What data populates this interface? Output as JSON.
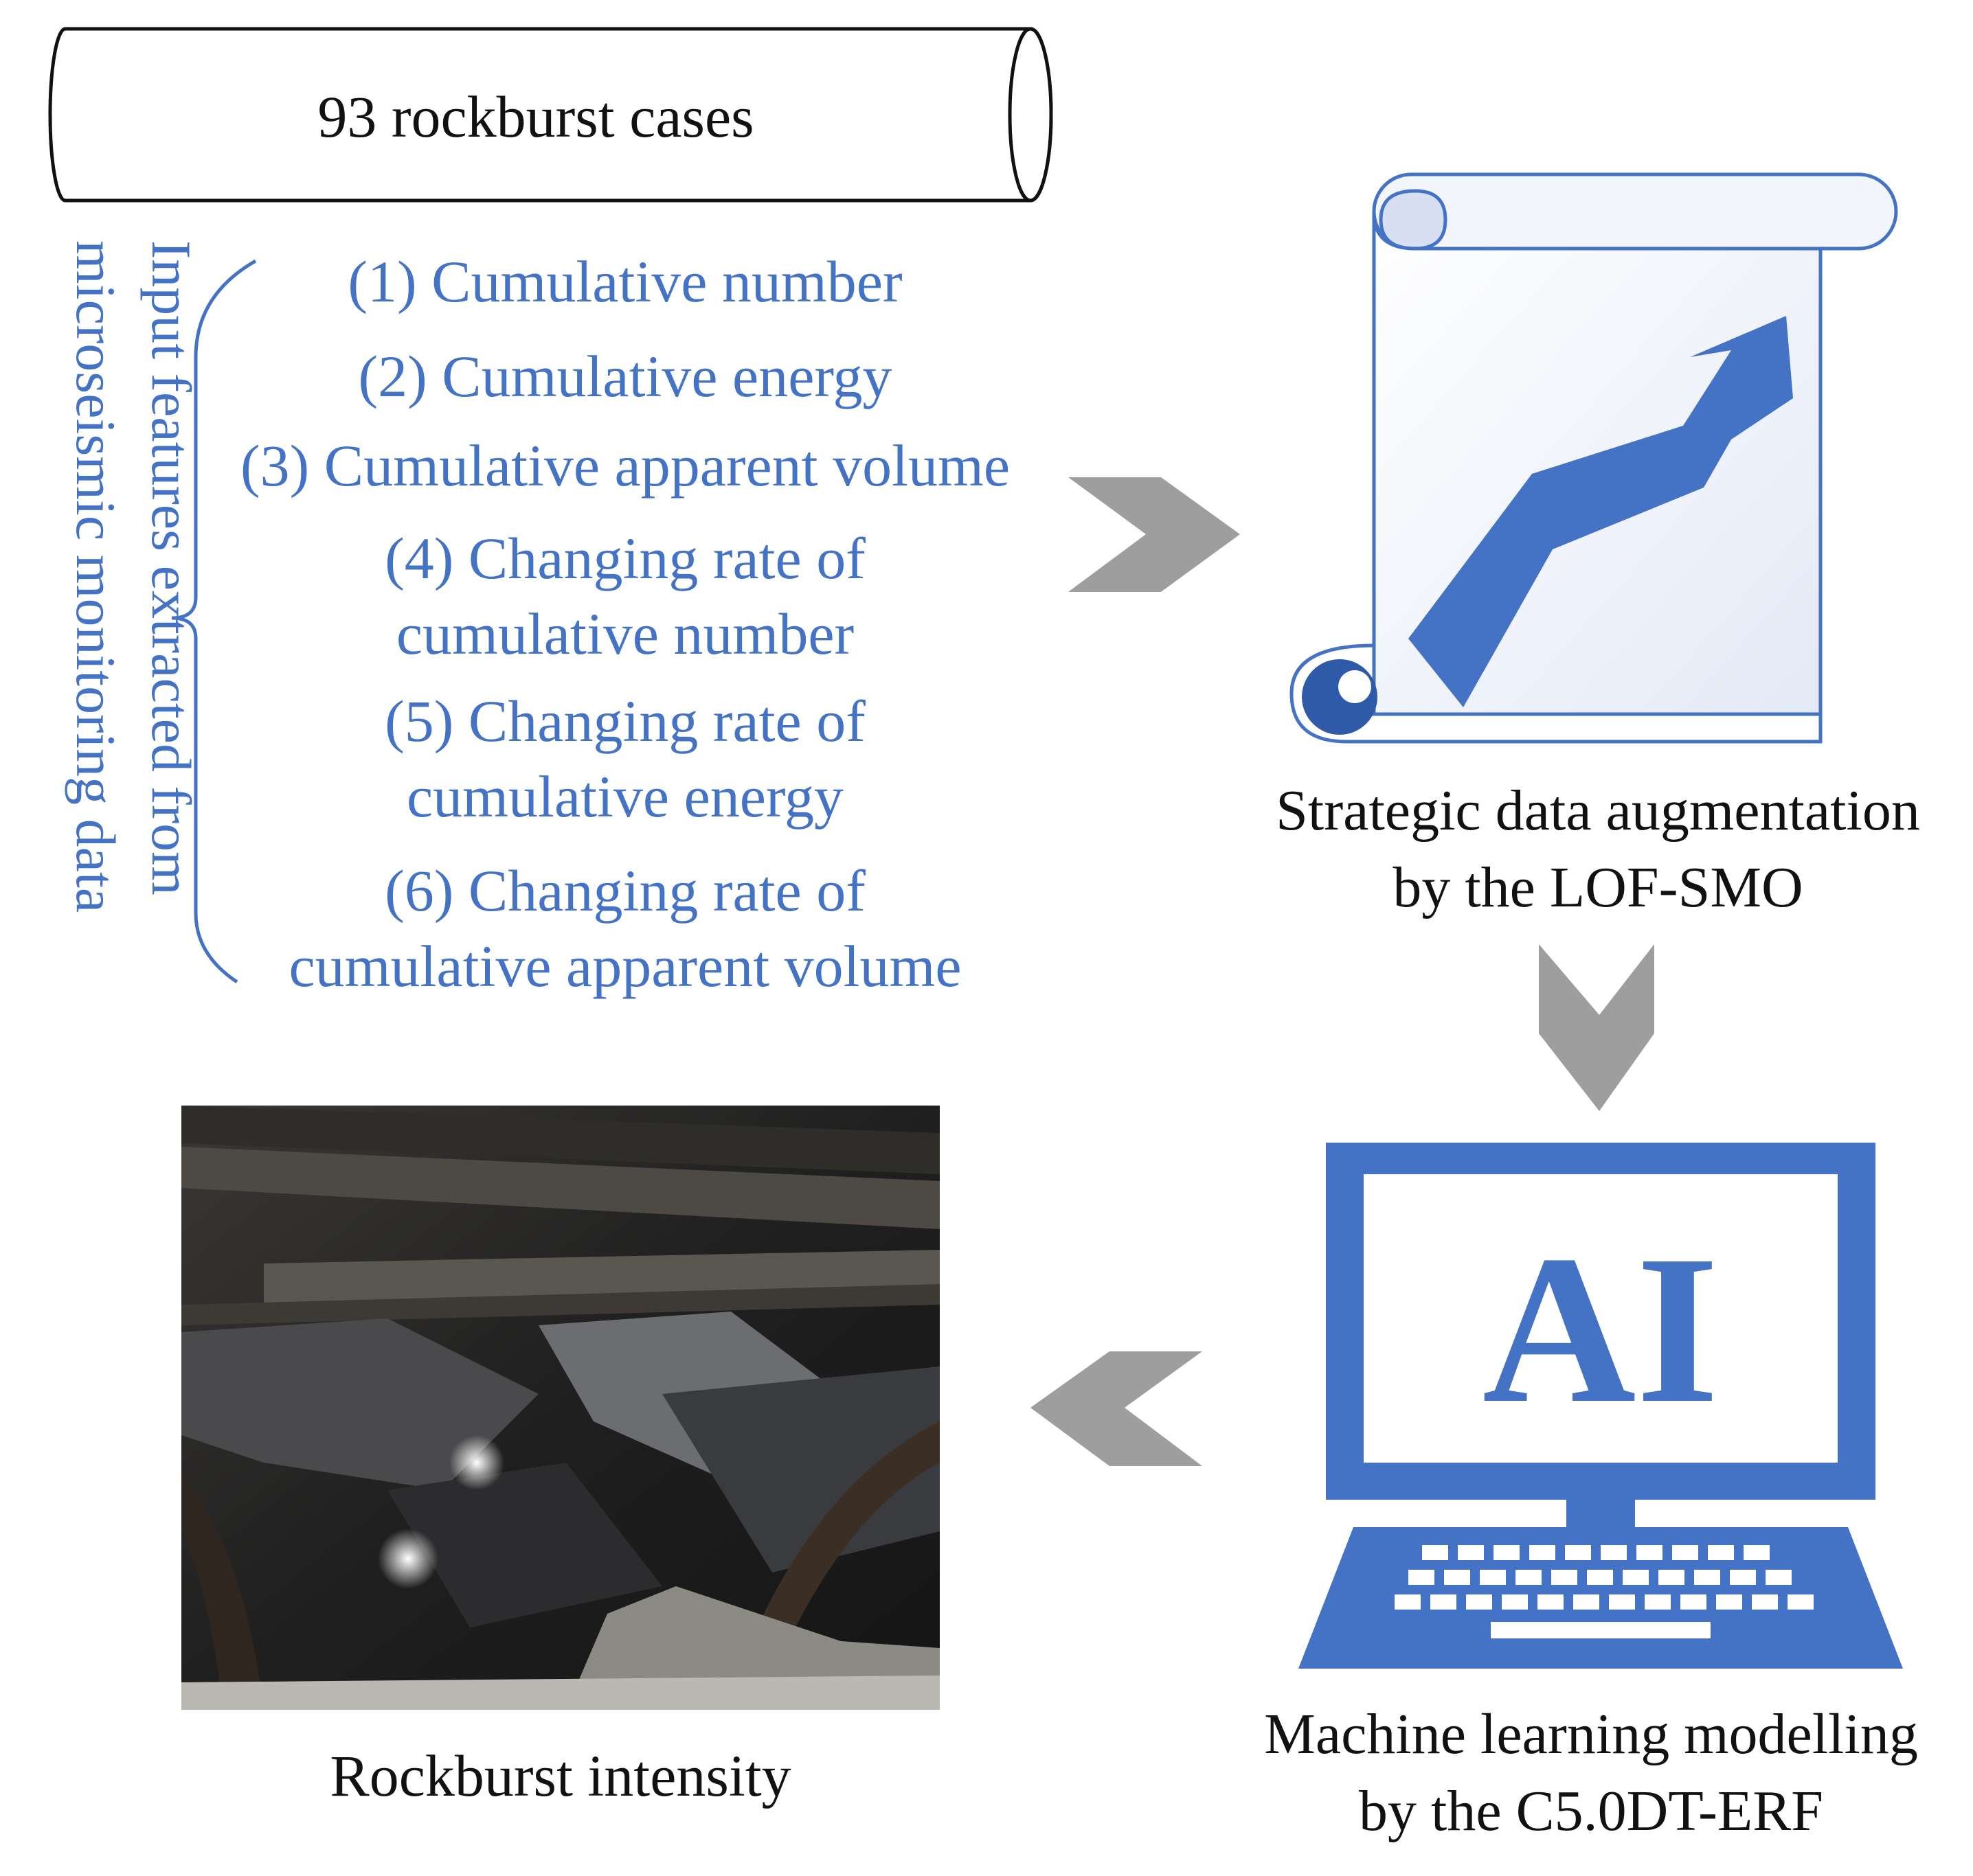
{
  "input": {
    "cases_label": "93 rockburst cases",
    "vertical_label_line1": "Input features extracted from",
    "vertical_label_line2": "microseismic monitoring data",
    "features": [
      {
        "lines": [
          "(1) Cumulative number"
        ]
      },
      {
        "lines": [
          "(2) Cumulative energy"
        ]
      },
      {
        "lines": [
          "(3) Cumulative apparent volume"
        ]
      },
      {
        "lines": [
          "(4) Changing rate of",
          "cumulative number"
        ]
      },
      {
        "lines": [
          "(5) Changing rate of",
          "cumulative energy"
        ]
      },
      {
        "lines": [
          "(6) Changing rate of",
          "cumulative apparent volume"
        ]
      }
    ]
  },
  "augmentation": {
    "label_line1": "Strategic data augmentation",
    "label_line2": "by the LOF-SMO",
    "icon": "scroll-with-rising-arrow-icon"
  },
  "modelling": {
    "label_line1": "Machine learning modelling",
    "label_line2": "by the C5.0DT-ERF",
    "screen_text": "AI",
    "icon": "computer-ai-icon"
  },
  "output": {
    "label": "Rockburst intensity",
    "image": "rockburst-tunnel-photo"
  },
  "colors": {
    "accent_blue": "#4472c4",
    "arrow_gray": "#9e9e9e",
    "text_black": "#111111"
  }
}
